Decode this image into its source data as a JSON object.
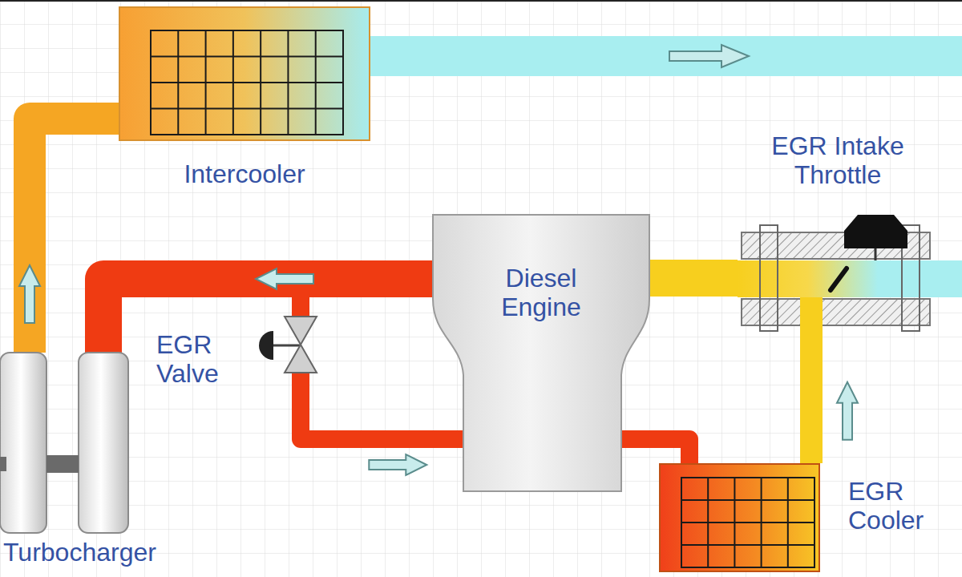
{
  "diagram": {
    "nodes": [
      {
        "text": [
          "Turbocharger"
        ]
      },
      {
        "text": [
          "Intercooler"
        ]
      },
      {
        "text": [
          "Diesel Engine"
        ]
      },
      {
        "text": [
          "EGR Valve"
        ]
      },
      {
        "text": [
          "EGR Cooler"
        ]
      },
      {
        "text": [
          "EGR Intake Throttle"
        ]
      }
    ],
    "edges": [
      {
        "from": 0,
        "to": 1,
        "arrow": "to"
      },
      {
        "from": 2,
        "to": 0,
        "arrow": "to"
      },
      {
        "from": 2,
        "to": 3,
        "arrow": "none"
      },
      {
        "from": 3,
        "to": 4,
        "arrow": "to"
      },
      {
        "from": 4,
        "to": 5,
        "arrow": "to"
      },
      {
        "from": 5,
        "to": 2,
        "arrow": "none"
      }
    ]
  }
}
